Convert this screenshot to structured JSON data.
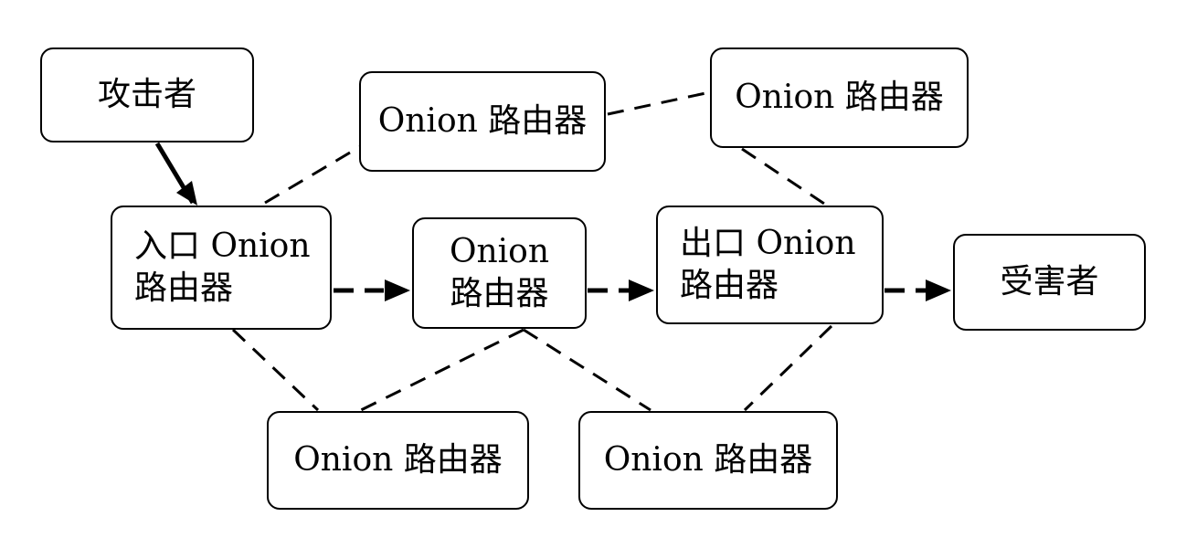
{
  "nodes": {
    "attacker": "攻击者",
    "router_top": "Onion 路由器",
    "router_top_right": "Onion 路由器",
    "entry_line1": "入口 Onion",
    "entry_line2": "路由器",
    "router_mid_line1": "Onion",
    "router_mid_line2": "路由器",
    "exit_line1": "出口 Onion",
    "exit_line2": "路由器",
    "victim": "受害者",
    "router_bottom_left": "Onion 路由器",
    "router_bottom_right": "Onion 路由器"
  },
  "colors": {
    "stroke": "#000000",
    "background": "#ffffff"
  }
}
